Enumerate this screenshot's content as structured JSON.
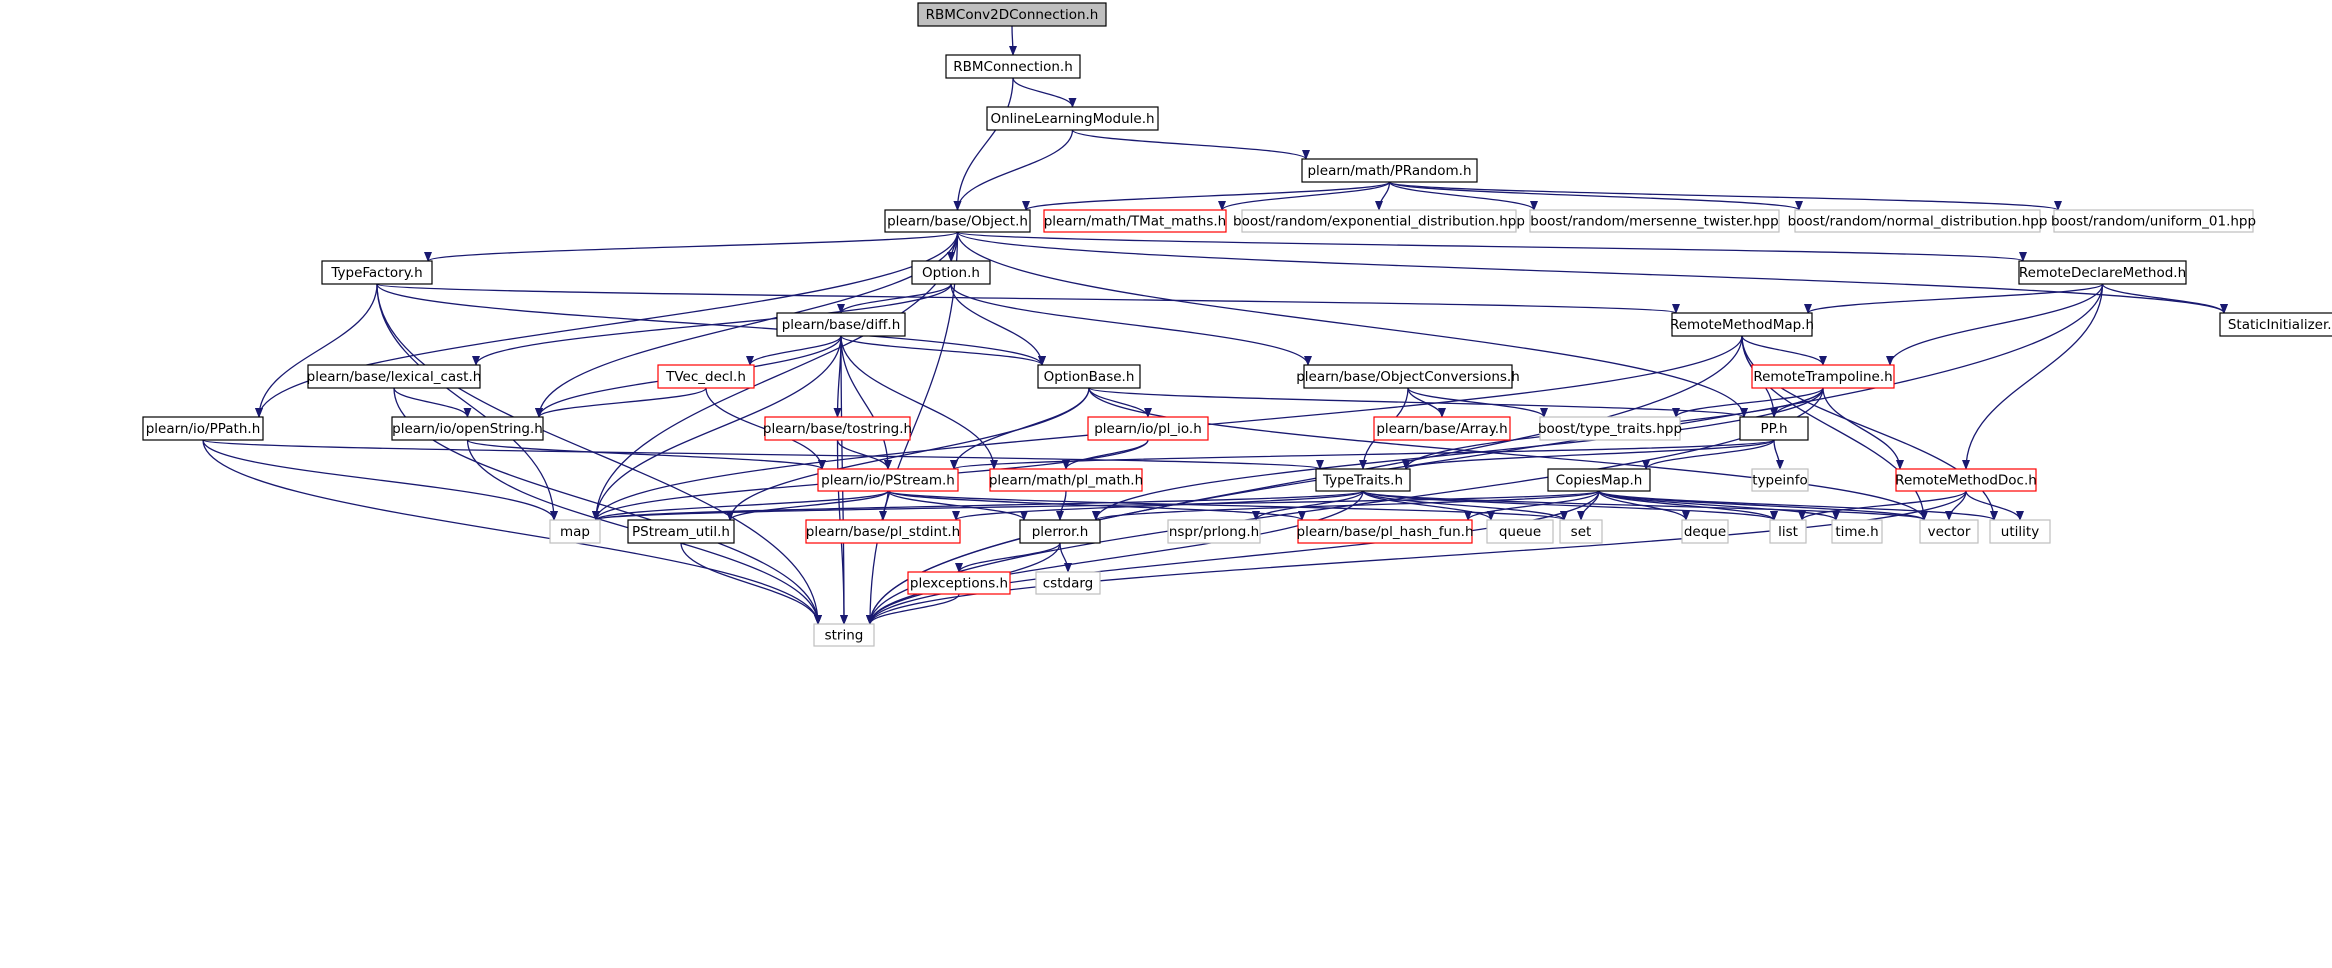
{
  "diagram": {
    "type": "include-dependency-graph",
    "colors": {
      "edge": "#191970",
      "root_fill": "#bfbfbf",
      "border_black": "#000000",
      "border_red": "#ff0000",
      "border_gray": "#bfbfbf",
      "background": "#ffffff"
    },
    "nodes": [
      {
        "id": "rbmconv2d",
        "label": "RBMConv2DConnection.h",
        "style": "root"
      },
      {
        "id": "rbmconn",
        "label": "RBMConnection.h",
        "style": "black"
      },
      {
        "id": "olm",
        "label": "OnlineLearningModule.h",
        "style": "black"
      },
      {
        "id": "prandom",
        "label": "plearn/math/PRandom.h",
        "style": "black"
      },
      {
        "id": "object",
        "label": "plearn/base/Object.h",
        "style": "black"
      },
      {
        "id": "tmat",
        "label": "plearn/math/TMat_maths.h",
        "style": "red"
      },
      {
        "id": "expdist",
        "label": "boost/random/exponential_distribution.hpp",
        "style": "gray"
      },
      {
        "id": "mersenne",
        "label": "boost/random/mersenne_twister.hpp",
        "style": "gray"
      },
      {
        "id": "normdist",
        "label": "boost/random/normal_distribution.hpp",
        "style": "gray"
      },
      {
        "id": "uniform01",
        "label": "boost/random/uniform_01.hpp",
        "style": "gray"
      },
      {
        "id": "typefactory",
        "label": "TypeFactory.h",
        "style": "black"
      },
      {
        "id": "option",
        "label": "Option.h",
        "style": "black"
      },
      {
        "id": "rdm",
        "label": "RemoteDeclareMethod.h",
        "style": "black"
      },
      {
        "id": "staticinit",
        "label": "StaticInitializer.h",
        "style": "black"
      },
      {
        "id": "diff",
        "label": "plearn/base/diff.h",
        "style": "black"
      },
      {
        "id": "rmm",
        "label": "RemoteMethodMap.h",
        "style": "black"
      },
      {
        "id": "lexcast",
        "label": "plearn/base/lexical_cast.h",
        "style": "black"
      },
      {
        "id": "tvecdecl",
        "label": "TVec_decl.h",
        "style": "red"
      },
      {
        "id": "optionbase",
        "label": "OptionBase.h",
        "style": "black"
      },
      {
        "id": "objconv",
        "label": "plearn/base/ObjectConversions.h",
        "style": "black"
      },
      {
        "id": "rtramp",
        "label": "RemoteTrampoline.h",
        "style": "red"
      },
      {
        "id": "ppath",
        "label": "plearn/io/PPath.h",
        "style": "black"
      },
      {
        "id": "openstring",
        "label": "plearn/io/openString.h",
        "style": "black"
      },
      {
        "id": "tostring",
        "label": "plearn/base/tostring.h",
        "style": "red"
      },
      {
        "id": "plio",
        "label": "plearn/io/pl_io.h",
        "style": "red"
      },
      {
        "id": "array",
        "label": "plearn/base/Array.h",
        "style": "red"
      },
      {
        "id": "typetraitshpp",
        "label": "boost/type_traits.hpp",
        "style": "gray"
      },
      {
        "id": "pp",
        "label": "PP.h",
        "style": "black"
      },
      {
        "id": "pstream",
        "label": "plearn/io/PStream.h",
        "style": "red"
      },
      {
        "id": "plmath",
        "label": "plearn/math/pl_math.h",
        "style": "red"
      },
      {
        "id": "typeinfo",
        "label": "typeinfo",
        "style": "gray"
      },
      {
        "id": "typetraits",
        "label": "TypeTraits.h",
        "style": "black"
      },
      {
        "id": "copiesmap",
        "label": "CopiesMap.h",
        "style": "black"
      },
      {
        "id": "rmdoc",
        "label": "RemoteMethodDoc.h",
        "style": "red"
      },
      {
        "id": "map",
        "label": "map",
        "style": "gray"
      },
      {
        "id": "pstreamutil",
        "label": "PStream_util.h",
        "style": "black"
      },
      {
        "id": "plstdint",
        "label": "plearn/base/pl_stdint.h",
        "style": "red"
      },
      {
        "id": "plerror",
        "label": "plerror.h",
        "style": "black"
      },
      {
        "id": "nsprlong",
        "label": "nspr/prlong.h",
        "style": "gray"
      },
      {
        "id": "plhash",
        "label": "plearn/base/pl_hash_fun.h",
        "style": "red"
      },
      {
        "id": "queue",
        "label": "queue",
        "style": "gray"
      },
      {
        "id": "set",
        "label": "set",
        "style": "gray"
      },
      {
        "id": "deque",
        "label": "deque",
        "style": "gray"
      },
      {
        "id": "list",
        "label": "list",
        "style": "gray"
      },
      {
        "id": "timeh",
        "label": "time.h",
        "style": "gray"
      },
      {
        "id": "vector",
        "label": "vector",
        "style": "gray"
      },
      {
        "id": "utility",
        "label": "utility",
        "style": "gray"
      },
      {
        "id": "plexceptions",
        "label": "plexceptions.h",
        "style": "red"
      },
      {
        "id": "cstdarg",
        "label": "cstdarg",
        "style": "gray"
      },
      {
        "id": "string",
        "label": "string",
        "style": "gray"
      }
    ],
    "edges": [
      [
        "rbmconv2d",
        "rbmconn"
      ],
      [
        "rbmconn",
        "olm"
      ],
      [
        "rbmconn",
        "object"
      ],
      [
        "olm",
        "prandom"
      ],
      [
        "olm",
        "object"
      ],
      [
        "prandom",
        "object"
      ],
      [
        "prandom",
        "tmat"
      ],
      [
        "prandom",
        "expdist"
      ],
      [
        "prandom",
        "mersenne"
      ],
      [
        "prandom",
        "normdist"
      ],
      [
        "prandom",
        "uniform01"
      ],
      [
        "object",
        "typefactory"
      ],
      [
        "object",
        "option"
      ],
      [
        "object",
        "rdm"
      ],
      [
        "object",
        "staticinit"
      ],
      [
        "object",
        "ppath"
      ],
      [
        "object",
        "openstring"
      ],
      [
        "object",
        "pp"
      ],
      [
        "object",
        "map"
      ],
      [
        "object",
        "string"
      ],
      [
        "typefactory",
        "rmm"
      ],
      [
        "typefactory",
        "optionbase"
      ],
      [
        "typefactory",
        "ppath"
      ],
      [
        "typefactory",
        "map"
      ],
      [
        "typefactory",
        "string"
      ],
      [
        "option",
        "diff"
      ],
      [
        "option",
        "optionbase"
      ],
      [
        "option",
        "lexcast"
      ],
      [
        "option",
        "objconv"
      ],
      [
        "rdm",
        "rmm"
      ],
      [
        "rdm",
        "rtramp"
      ],
      [
        "rdm",
        "staticinit"
      ],
      [
        "rdm",
        "rmdoc"
      ],
      [
        "rdm",
        "string"
      ],
      [
        "diff",
        "optionbase"
      ],
      [
        "diff",
        "tvecdecl"
      ],
      [
        "diff",
        "openstring"
      ],
      [
        "diff",
        "tostring"
      ],
      [
        "diff",
        "pstream"
      ],
      [
        "diff",
        "plmath"
      ],
      [
        "diff",
        "map"
      ],
      [
        "diff",
        "string"
      ],
      [
        "rmm",
        "rtramp"
      ],
      [
        "rmm",
        "pp"
      ],
      [
        "rmm",
        "map"
      ],
      [
        "rmm",
        "vector"
      ],
      [
        "rmm",
        "utility"
      ],
      [
        "rmm",
        "string"
      ],
      [
        "lexcast",
        "openstring"
      ],
      [
        "lexcast",
        "string"
      ],
      [
        "tvecdecl",
        "openstring"
      ],
      [
        "tvecdecl",
        "pstream"
      ],
      [
        "optionbase",
        "pp"
      ],
      [
        "optionbase",
        "plio"
      ],
      [
        "optionbase",
        "pstream"
      ],
      [
        "optionbase",
        "pstreamutil"
      ],
      [
        "optionbase",
        "vector"
      ],
      [
        "objconv",
        "array"
      ],
      [
        "objconv",
        "typetraitshpp"
      ],
      [
        "objconv",
        "typetraits"
      ],
      [
        "rtramp",
        "pp"
      ],
      [
        "rtramp",
        "typetraitshpp"
      ],
      [
        "rtramp",
        "rmdoc"
      ],
      [
        "rtramp",
        "typetraits"
      ],
      [
        "rtramp",
        "plerror"
      ],
      [
        "rtramp",
        "string"
      ],
      [
        "ppath",
        "typetraits"
      ],
      [
        "ppath",
        "map"
      ],
      [
        "ppath",
        "string"
      ],
      [
        "openstring",
        "pstream"
      ],
      [
        "openstring",
        "string"
      ],
      [
        "tostring",
        "pstream"
      ],
      [
        "tostring",
        "string"
      ],
      [
        "plio",
        "plmath"
      ],
      [
        "plio",
        "map"
      ],
      [
        "pp",
        "typeinfo"
      ],
      [
        "pp",
        "copiesmap"
      ],
      [
        "pp",
        "typetraits"
      ],
      [
        "pp",
        "pstream"
      ],
      [
        "pstream",
        "map"
      ],
      [
        "pstream",
        "pstreamutil"
      ],
      [
        "pstream",
        "plstdint"
      ],
      [
        "pstream",
        "plerror"
      ],
      [
        "pstream",
        "plhash"
      ],
      [
        "pstream",
        "set"
      ],
      [
        "plmath",
        "plerror"
      ],
      [
        "typetraits",
        "map"
      ],
      [
        "typetraits",
        "nsprlong"
      ],
      [
        "typetraits",
        "plstdint"
      ],
      [
        "typetraits",
        "queue"
      ],
      [
        "typetraits",
        "set"
      ],
      [
        "typetraits",
        "list"
      ],
      [
        "typetraits",
        "vector"
      ],
      [
        "typetraits",
        "string"
      ],
      [
        "copiesmap",
        "map"
      ],
      [
        "copiesmap",
        "plerror"
      ],
      [
        "copiesmap",
        "plhash"
      ],
      [
        "copiesmap",
        "set"
      ],
      [
        "copiesmap",
        "deque"
      ],
      [
        "copiesmap",
        "list"
      ],
      [
        "copiesmap",
        "timeh"
      ],
      [
        "copiesmap",
        "vector"
      ],
      [
        "copiesmap",
        "utility"
      ],
      [
        "copiesmap",
        "string"
      ],
      [
        "rmdoc",
        "list"
      ],
      [
        "rmdoc",
        "vector"
      ],
      [
        "rmdoc",
        "utility"
      ],
      [
        "rmdoc",
        "string"
      ],
      [
        "pstreamutil",
        "string"
      ],
      [
        "plerror",
        "plexceptions"
      ],
      [
        "plerror",
        "cstdarg"
      ],
      [
        "plerror",
        "string"
      ],
      [
        "plexceptions",
        "string"
      ]
    ]
  }
}
